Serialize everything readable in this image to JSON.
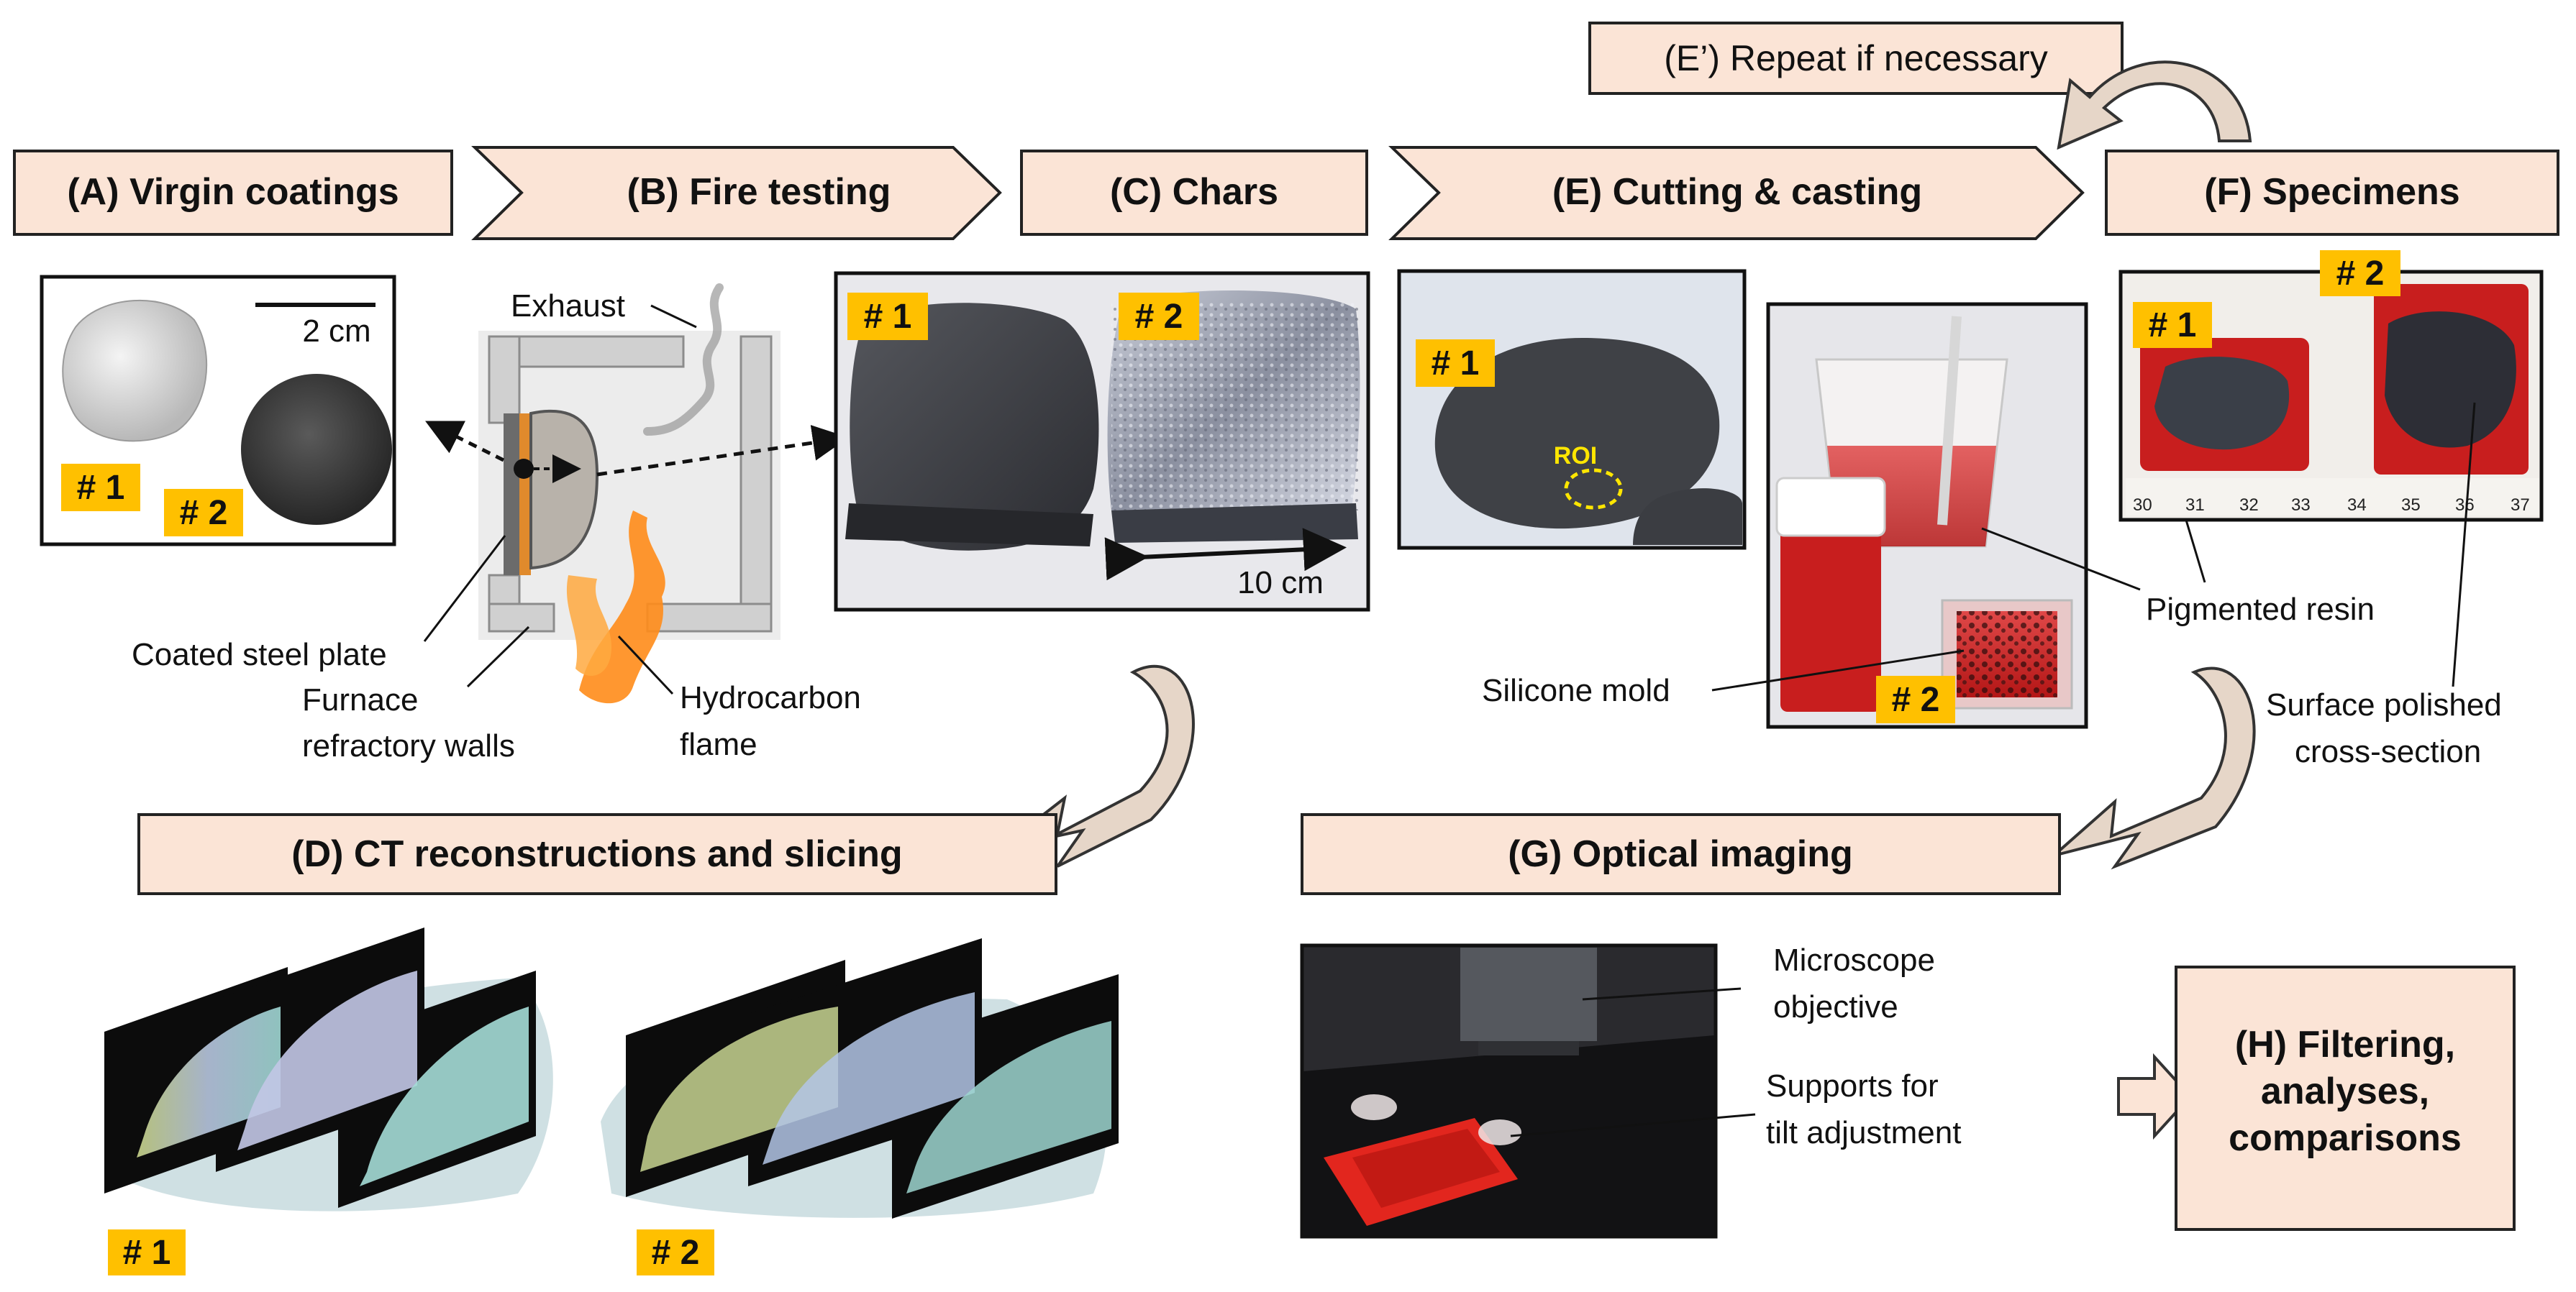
{
  "steps": {
    "A": "(A) Virgin coatings",
    "B": "(B) Fire testing",
    "C": "(C) Chars",
    "D": "(D) CT reconstructions and slicing",
    "E": "(E) Cutting & casting",
    "E_prime": "(E’) Repeat if necessary",
    "F": "(F) Specimens",
    "G": "(G) Optical imaging",
    "H_line1": "(H) Filtering,",
    "H_line2": "analyses,",
    "H_line3": "comparisons"
  },
  "tags": {
    "s1": "# 1",
    "s2": "# 2"
  },
  "labels": {
    "scale_2cm": "2 cm",
    "scale_10cm": "10 cm",
    "exhaust": "Exhaust",
    "coated_plate": "Coated steel plate",
    "furnace_line1": "Furnace",
    "furnace_line2": "refractory walls",
    "flame_line1": "Hydrocarbon",
    "flame_line2": "flame",
    "roi": "ROI",
    "silicone_mold": "Silicone mold",
    "pigmented_resin": "Pigmented resin",
    "polished_line1": "Surface polished",
    "polished_line2": "cross-section",
    "microscope_line1": "Microscope",
    "microscope_line2": "objective",
    "supports_line1": "Supports for",
    "supports_line2": "tilt adjustment"
  },
  "ruler_ticks": [
    "30",
    "31",
    "32",
    "33",
    "34",
    "35",
    "36",
    "37"
  ],
  "colors": {
    "box_fill": "#fbe4d6",
    "tag_fill": "#ffc000",
    "resin_red": "#c81e1e",
    "flame_orange": "#ff8c1a"
  }
}
